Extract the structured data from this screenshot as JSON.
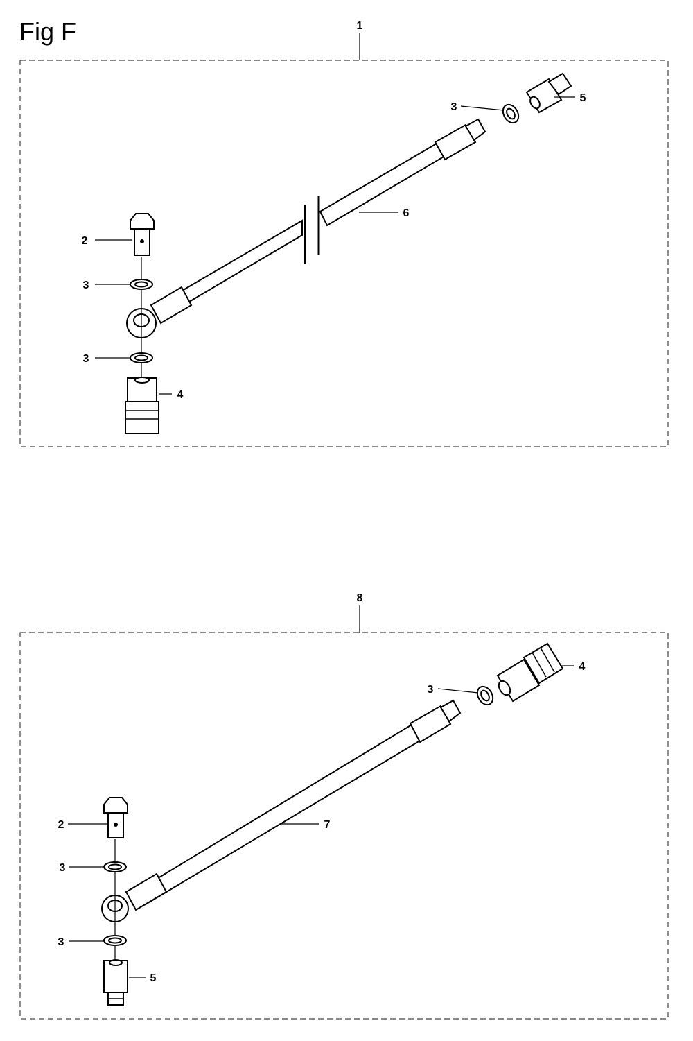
{
  "figure": {
    "title": "Fig F"
  },
  "assemblies": [
    {
      "callout": "1",
      "parts": {
        "bolt": "2",
        "washer_top": "3",
        "washer_bottom": "3",
        "washer_end": "3",
        "coupler": "4",
        "nipple": "5",
        "hose": "6"
      }
    },
    {
      "callout": "8",
      "parts": {
        "bolt": "2",
        "washer_top": "3",
        "washer_bottom": "3",
        "washer_end": "3",
        "coupler": "4",
        "nipple": "5",
        "hose": "7"
      }
    }
  ]
}
